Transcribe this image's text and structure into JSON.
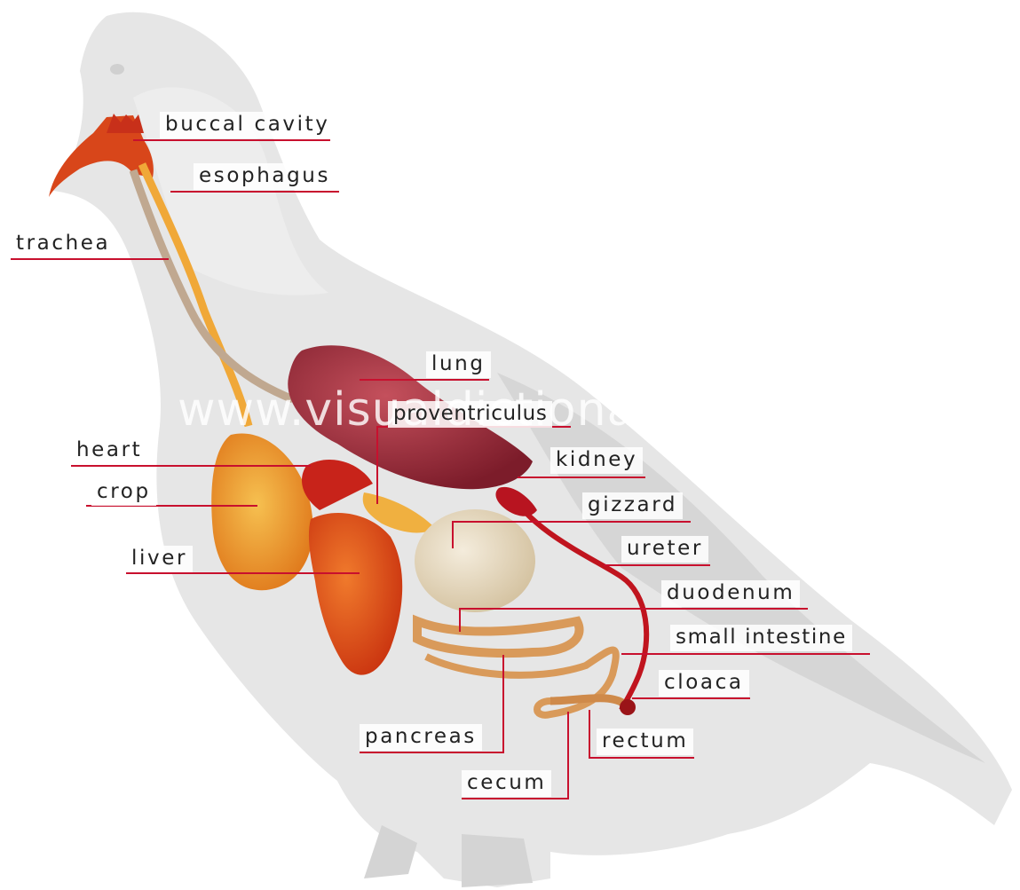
{
  "watermark": "www.visualdictionaryonline.com",
  "labels": {
    "buccal_cavity": "buccal cavity",
    "esophagus": "esophagus",
    "trachea": "trachea",
    "lung": "lung",
    "proventriculus": "proventriculus",
    "heart": "heart",
    "kidney": "kidney",
    "crop": "crop",
    "gizzard": "gizzard",
    "liver": "liver",
    "ureter": "ureter",
    "duodenum": "duodenum",
    "small_intestine": "small intestine",
    "cloaca": "cloaca",
    "pancreas": "pancreas",
    "rectum": "rectum",
    "cecum": "cecum"
  },
  "colors": {
    "leader_line": "#c8102e",
    "bird_body": "#e4e4e4",
    "lung": "#9b2d3c",
    "crop": "#f0a838",
    "liver": "#e0501e",
    "heart": "#c8231a",
    "gizzard": "#e8dcc4",
    "intestine": "#d99a5a",
    "ureter": "#c0141e"
  }
}
